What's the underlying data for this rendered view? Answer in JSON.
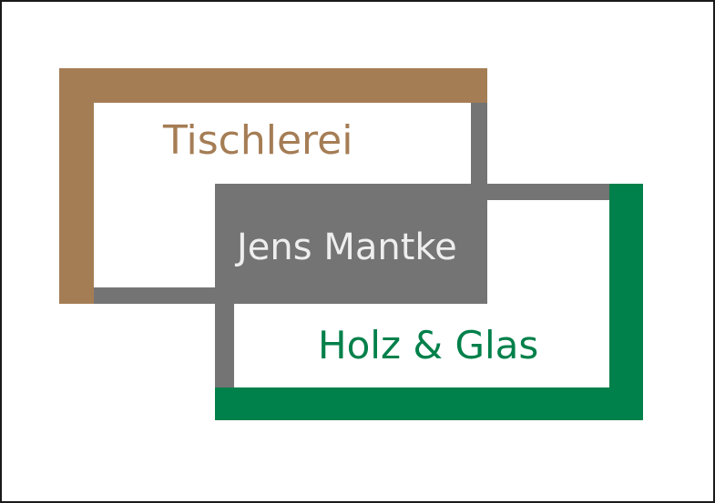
{
  "logo": {
    "text_top": "Tischlerei",
    "text_middle": "Jens Mantke",
    "text_bottom": "Holz & Glas",
    "colors": {
      "brown": "#a57d55",
      "gray": "#747474",
      "green": "#00804a",
      "middle_text": "#eeeeee",
      "background": "#ffffff",
      "border": "#1a1a1a"
    }
  }
}
